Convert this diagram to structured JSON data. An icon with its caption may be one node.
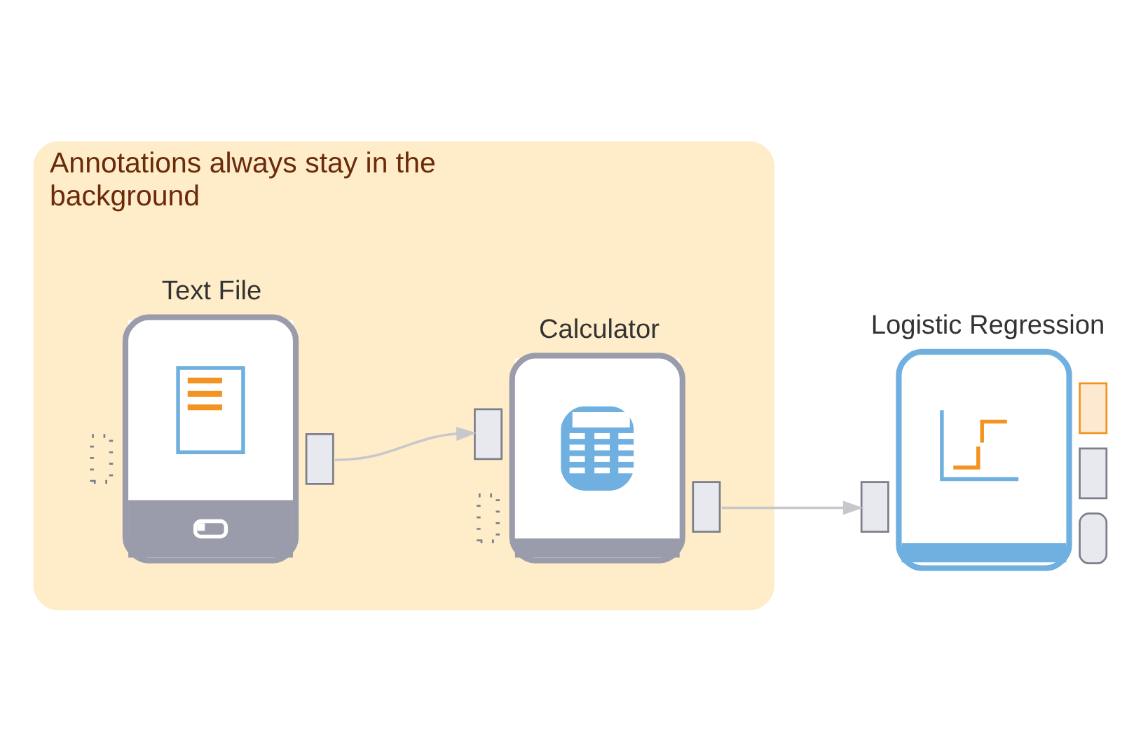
{
  "diagram": {
    "nodes": [
      {
        "text": [
          "Annotations always stay in the background"
        ]
      },
      {
        "text": [
          "Text File"
        ],
        "in": 0
      },
      {
        "text": [
          "Calculator"
        ],
        "in": 0
      },
      {
        "text": [
          "Logistic Regression"
        ]
      }
    ],
    "edges": [
      {
        "from": 1,
        "to": 2,
        "arrow": "to"
      },
      {
        "from": 2,
        "to": 3,
        "arrow": "to"
      }
    ]
  }
}
